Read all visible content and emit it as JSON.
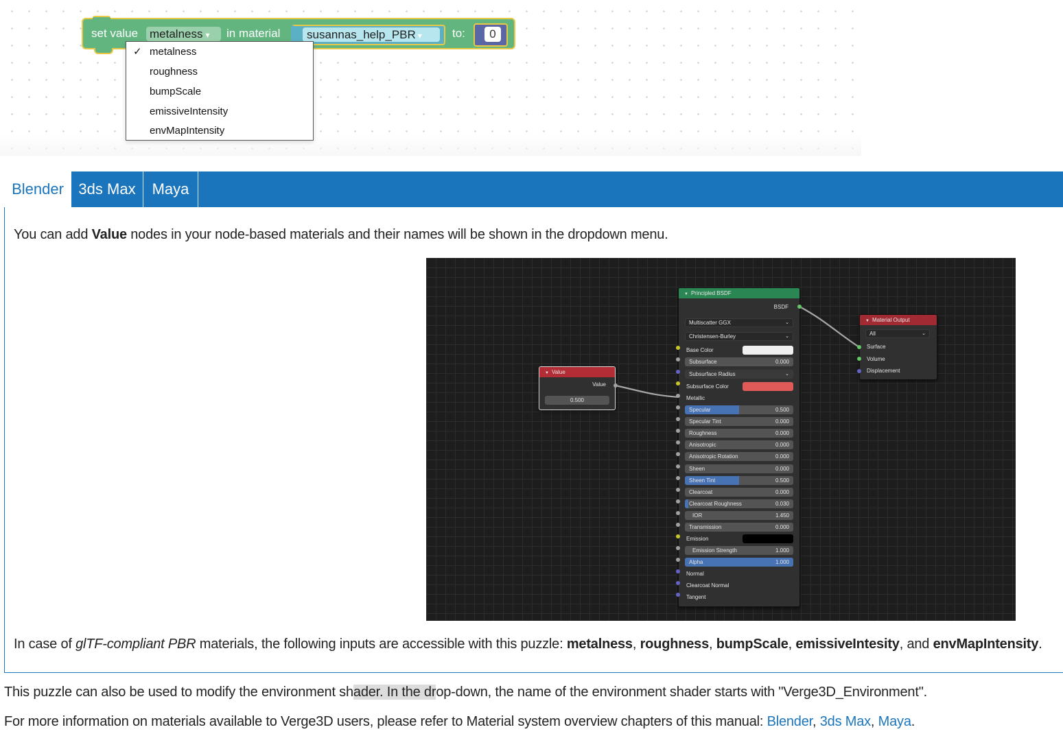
{
  "puzzle": {
    "set_value_text": "set value",
    "param_dropdown": "metalness",
    "in_material_text": "in material",
    "material_dropdown": "susannas_help_PBR",
    "to_text": "to:",
    "number_value": "0",
    "dropdown_options": [
      "metalness",
      "roughness",
      "bumpScale",
      "emissiveIntensity",
      "envMapIntensity"
    ],
    "dropdown_checked": "metalness",
    "check_mark": "✓",
    "dropdown_arrow": "▾"
  },
  "tabs": [
    {
      "label": "Blender",
      "active": true
    },
    {
      "label": "3ds Max",
      "active": false
    },
    {
      "label": "Maya",
      "active": false
    }
  ],
  "panel": {
    "intro_prefix": "You can add ",
    "intro_bold": "Value",
    "intro_suffix": " nodes in your node-based materials and their names will be shown in the dropdown menu.",
    "gltf_prefix": "In case of ",
    "gltf_italic": "glTF-compliant PBR",
    "gltf_middle": " materials, the following inputs are accessible with this puzzle: ",
    "gltf_inputs": [
      "metalness",
      "roughness",
      "bumpScale",
      "emissiveIntesity",
      "envMapIntensity"
    ],
    "gltf_and": " and ",
    "gltf_end": "."
  },
  "node_editor": {
    "value_node": {
      "title": "Value",
      "output": "Value",
      "value": "0.500"
    },
    "bsdf_node": {
      "title": "Principled BSDF",
      "output": "BSDF",
      "distribution": "Multiscatter GGX",
      "subsurface_method": "Christensen-Burley",
      "base_color_label": "Base Color",
      "base_color": "#f0f0f0",
      "subsurface_color_label": "Subsurface Color",
      "subsurface_color": "#e05a5a",
      "metallic_label": "Metallic",
      "subsurface_radius": "Subsurface Radius",
      "emission_label": "Emission",
      "emission_color": "#000000",
      "fields_a": [
        {
          "label": "Subsurface",
          "value": "0.000",
          "fill": 0
        }
      ],
      "fields_b": [
        {
          "label": "Specular",
          "value": "0.500",
          "fill": 0.5
        },
        {
          "label": "Specular Tint",
          "value": "0.000",
          "fill": 0
        },
        {
          "label": "Roughness",
          "value": "0.000",
          "fill": 0
        },
        {
          "label": "Anisotropic",
          "value": "0.000",
          "fill": 0
        },
        {
          "label": "Anisotropic Rotation",
          "value": "0.000",
          "fill": 0
        },
        {
          "label": "Sheen",
          "value": "0.000",
          "fill": 0
        },
        {
          "label": "Sheen Tint",
          "value": "0.500",
          "fill": 0.5
        },
        {
          "label": "Clearcoat",
          "value": "0.000",
          "fill": 0
        },
        {
          "label": "Clearcoat Roughness",
          "value": "0.030",
          "fill": 0.03
        },
        {
          "label": "IOR",
          "value": "1.450",
          "fill": 0
        },
        {
          "label": "Transmission",
          "value": "0.000",
          "fill": 0
        }
      ],
      "fields_c": [
        {
          "label": "Emission Strength",
          "value": "1.000",
          "fill": 0
        },
        {
          "label": "Alpha",
          "value": "1.000",
          "fill": 1
        }
      ],
      "vector_inputs": [
        "Normal",
        "Clearcoat Normal",
        "Tangent"
      ]
    },
    "output_node": {
      "title": "Material Output",
      "target": "All",
      "inputs": [
        "Surface",
        "Volume",
        "Displacement"
      ]
    }
  },
  "footer": {
    "env_part1": "This puzzle can also be used to modify the environment sh",
    "env_highlight": "ader. In the dr",
    "env_part2": "op-down, the name of the environment shader starts with \"Verge3D_Environment\".",
    "more_info": "For more information on materials available to Verge3D users, please refer to Material system overview chapters of this manual: ",
    "links": [
      "Blender",
      "3ds Max",
      "Maya"
    ],
    "sep": ", ",
    "end": "."
  },
  "colors": {
    "tab_bar": "#1b75bc",
    "block_green": "#63b580",
    "block_outline": "#e9c845",
    "material_socket": "#5bb0c4",
    "number_socket": "#5b67a5",
    "value_node_header": "#b22d36",
    "bsdf_node_header": "#2a8653",
    "output_node_header": "#a12a33",
    "slider_fill": "#4772b3"
  }
}
